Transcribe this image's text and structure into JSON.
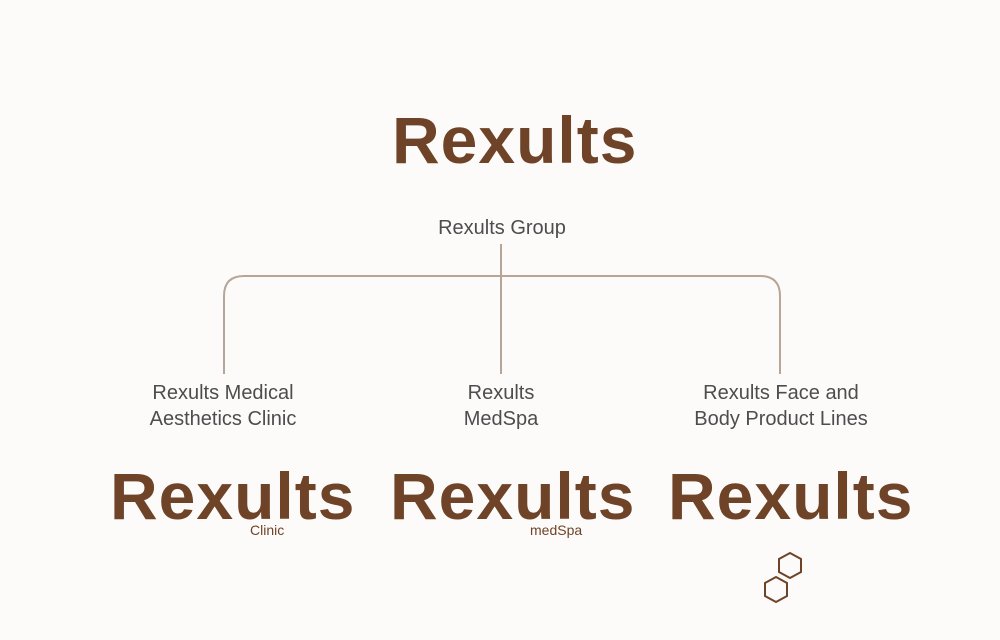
{
  "colors": {
    "brand": "#6e4327",
    "connector": "#b7a597",
    "label": "#4d4d4f",
    "background": "#fcfbfa"
  },
  "top": {
    "logo_text": "Rexults",
    "group_label": "Rexults Group"
  },
  "branches": [
    {
      "label_line1": "Rexults Medical",
      "label_line2": "Aesthetics Clinic",
      "logo_text": "Rexults",
      "logo_sub": "Clinic"
    },
    {
      "label_line1": "Rexults",
      "label_line2": "MedSpa",
      "logo_text": "Rexults",
      "logo_sub": "medSpa"
    },
    {
      "label_line1": "Rexults Face and",
      "label_line2": "Body Product Lines",
      "logo_text": "Rexults",
      "logo_icon": "hexagon-pair-icon"
    }
  ]
}
